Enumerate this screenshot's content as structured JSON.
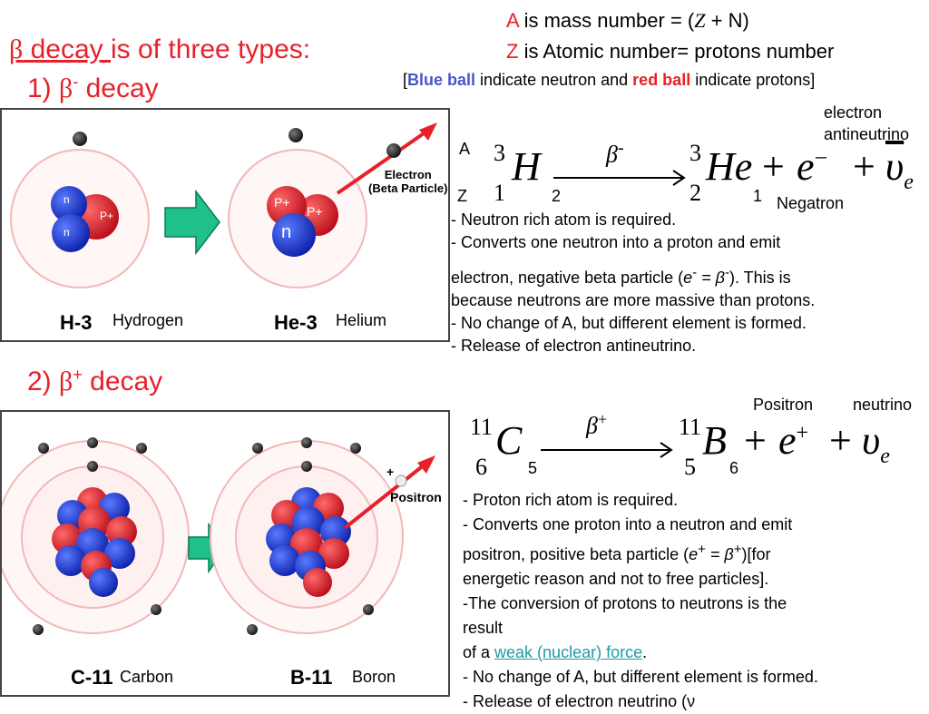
{
  "legend": {
    "line1_A": "A",
    "line1_rest": " is mass number = (",
    "line1_Z": "Z",
    "line1_plus": " + N)",
    "line2_Z": "Z",
    "line2_rest": " is Atomic number= protons number",
    "line3_open": "[",
    "line3_blue": "Blue ball",
    "line3_mid": " indicate neutron and ",
    "line3_red": "red ball",
    "line3_end": " indicate protons]"
  },
  "title": {
    "beta": "β",
    "decay_word": " decay ",
    "rest": "is of three types:"
  },
  "section1": {
    "heading_num": "1) ",
    "heading_beta": "β",
    "heading_sup": "-",
    "heading_rest": " decay",
    "fig": {
      "left_label": "H-3",
      "left_name": "Hydrogen",
      "right_label": "He-3",
      "right_name": "Helium",
      "n1": "n",
      "p1": "P+",
      "n2": "n",
      "p2": "P+",
      "p3": "P+",
      "n3": "n",
      "electron_label_1": "Electron",
      "electron_label_2": "(Beta Particle)"
    },
    "equation": {
      "label_A": "A",
      "label_Z": "Z",
      "h_mass": "3",
      "h_atomic": "1",
      "h_symbol": "H",
      "arrow_label": "β",
      "arrow_sup": "-",
      "he_mass": "3",
      "he_atomic": "2",
      "he_symbol": "He",
      "plus1": "+",
      "electron": "e",
      "electron_sup": "−",
      "plus2": "+",
      "antineutrino": "υ",
      "antineutrino_sub": "e",
      "below_h": "2",
      "below_he": "1",
      "electron_antineutrino_1": "electron",
      "electron_antineutrino_2": "antineutrino",
      "negatron": "Negatron"
    },
    "notes": [
      "- Neutron rich atom is required.",
      "- Converts one neutron into a proton and emit",
      "electron, negative beta particle (",
      "e",
      "-",
      " = β",
      "-",
      "). This is",
      "because neutrons are more massive than protons.",
      "- No change of A, but different element is formed.",
      "- Release of electron antineutrino."
    ]
  },
  "section2": {
    "heading_num": "2) ",
    "heading_beta": "β",
    "heading_sup": "+",
    "heading_rest": " decay",
    "fig": {
      "left_label": "C-11",
      "left_name": "Carbon",
      "right_label": "B-11",
      "right_name": "Boron",
      "positron_plus": "+",
      "positron_label": "Positron"
    },
    "equation": {
      "c_mass": "11",
      "c_atomic": "6",
      "c_symbol": "C",
      "arrow_label": "β",
      "arrow_sup": "+",
      "b_mass": "11",
      "b_atomic": "5",
      "b_symbol": "B",
      "plus1": "+",
      "positron": "e",
      "positron_sup": "+",
      "plus2": "+",
      "neutrino": "υ",
      "neutrino_sub": "e",
      "below_c": "5",
      "below_b": "6",
      "positron_word": "Positron",
      "neutrino_word": "neutrino"
    },
    "notes": {
      "l1": "- Proton rich atom is required.",
      "l2": "- Converts one proton into a neutron and emit",
      "l3a": "positron, positive beta particle (",
      "l3e": "e",
      "l3sup1": "+",
      "l3mid": " = β",
      "l3sup2": "+",
      "l3end": ")[for",
      "l4": "energetic reason and not to free particles].",
      "l5": "-The conversion of protons to neutrons is the",
      "l6": "result",
      "l7a": "of a ",
      "l7link": "weak (nuclear) force",
      "l7end": ".",
      "l8": "- No change of A, but different element is formed.",
      "l9": "- Release of electron neutrino (ν"
    }
  },
  "colors": {
    "accent_red": "#e8202a",
    "neutron_blue": "#1c3fd8",
    "proton_red": "#e0202c",
    "arrow_green": "#1fc08a",
    "link_teal": "#1f9aa3",
    "legend_blue": "#4a56c8"
  }
}
